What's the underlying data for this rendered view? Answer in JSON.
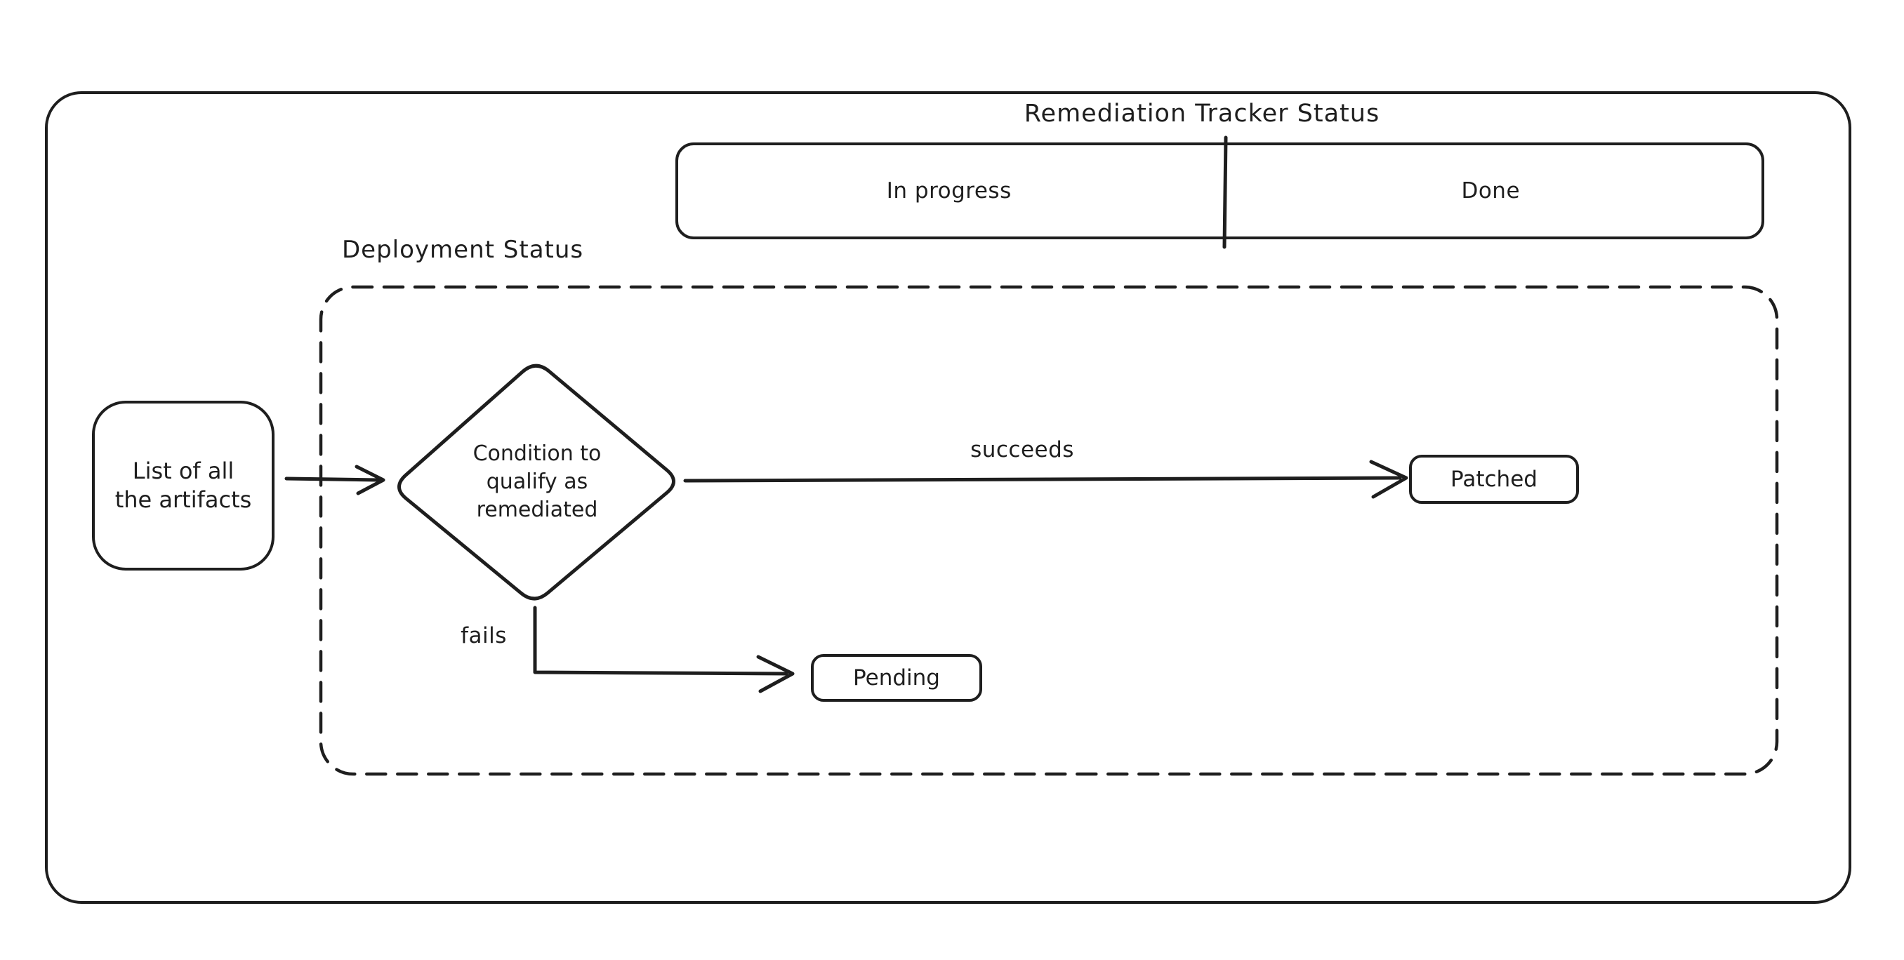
{
  "title": "Remediation Tracker Status",
  "tracker": {
    "in_progress": "In progress",
    "done": "Done"
  },
  "deployment": {
    "label": "Deployment Status"
  },
  "nodes": {
    "artifacts": {
      "line1": "List of all",
      "line2": "the artifacts"
    },
    "condition": {
      "line1": "Condition to",
      "line2": "qualify as",
      "line3": "remediated"
    },
    "patched": "Patched",
    "pending": "Pending"
  },
  "edges": {
    "succeeds": "succeeds",
    "fails": "fails"
  },
  "colors": {
    "stroke": "#1e1e1e",
    "background": "#ffffff"
  }
}
